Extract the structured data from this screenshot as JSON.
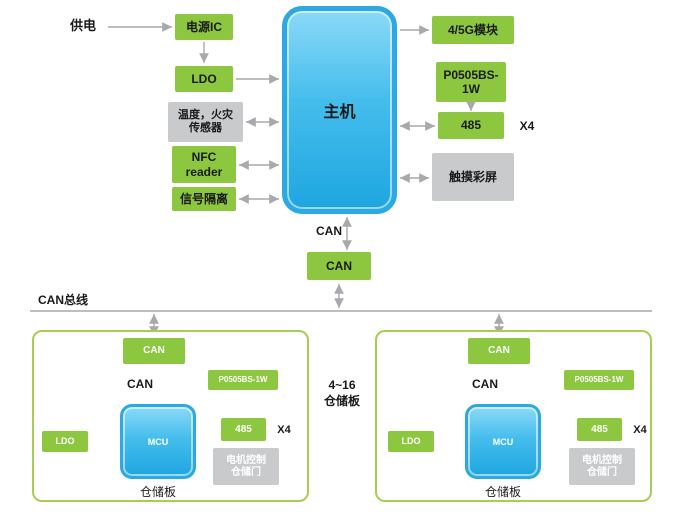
{
  "colors": {
    "green": "#8DC63F",
    "blue": "#29ABE2",
    "gray": "#C9CACC",
    "arrow": "#A7A9AC",
    "board_border": "#A8CE51"
  },
  "top": {
    "supply_label": "供电",
    "power_ic": "电源IC",
    "ldo": "LDO",
    "temp_fire_sensor": "温度，火灾\n传感器",
    "nfc_reader": "NFC\nreader",
    "signal_isolation": "信号隔离",
    "host": "主机",
    "module_4_5g": "4/5G模块",
    "p0505bs": "P0505BS-\n1W",
    "rs485": "485",
    "x4": "X4",
    "touch_screen": "触摸彩屏",
    "can_text": "CAN",
    "can_node": "CAN"
  },
  "bus": {
    "label": "CAN总线"
  },
  "range_label": "4~16\n仓储板",
  "boards": [
    {
      "can_node": "CAN",
      "can_text": "CAN",
      "p0505bs": "P0505BS-1W",
      "ldo": "LDO",
      "mcu": "MCU",
      "rs485": "485",
      "x4": "X4",
      "motor_ctrl": "电机控制\n仓储门",
      "title": "仓储板"
    },
    {
      "can_node": "CAN",
      "can_text": "CAN",
      "p0505bs": "P0505BS-1W",
      "ldo": "LDO",
      "mcu": "MCU",
      "rs485": "485",
      "x4": "X4",
      "motor_ctrl": "电机控制\n仓储门",
      "title": "仓储板"
    }
  ]
}
